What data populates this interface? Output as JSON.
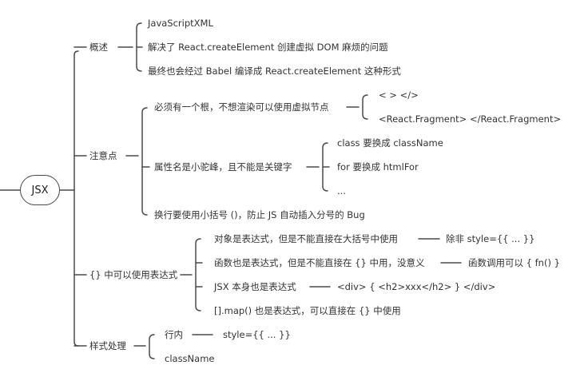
{
  "root": "JSX",
  "branches": {
    "overview": {
      "label": "概述",
      "items": [
        "JavaScriptXML",
        "解决了 React.createElement 创建虚拟 DOM 麻烦的问题",
        "最终也会经过 Babel 编译成 React.createElement 这种形式"
      ]
    },
    "notes": {
      "label": "注意点",
      "single_root": {
        "label": "必须有一个根，不想渲染可以使用虚拟节点",
        "children": [
          "< > </>",
          "<React.Fragment> </React.Fragment>"
        ]
      },
      "camel_case": {
        "label": "属性名是小驼峰，且不能是关键字",
        "children": [
          "class 要换成 className",
          "for 要换成 htmlFor",
          "..."
        ]
      },
      "parens": "换行要使用小括号 ()，防止 JS 自动插入分号的 Bug"
    },
    "expressions": {
      "label": "{} 中可以使用表达式",
      "object": {
        "label": "对象是表达式，但是不能直接在大括号中使用",
        "child": "除非 style={{ ... }}"
      },
      "function": {
        "label": "函数也是表达式，但是不能直接在 {} 中用，没意义",
        "child": "函数调用可以 { fn() }"
      },
      "jsx_itself": {
        "label": "JSX 本身也是表达式",
        "child": "<div> { <h2>xxx</h2> } </div>"
      },
      "map": "[].map() 也是表达式，可以直接在 {} 中使用"
    },
    "styles": {
      "label": "样式处理",
      "inline": {
        "label": "行内",
        "child": "style={{ ... }}"
      },
      "classname": "className"
    }
  }
}
